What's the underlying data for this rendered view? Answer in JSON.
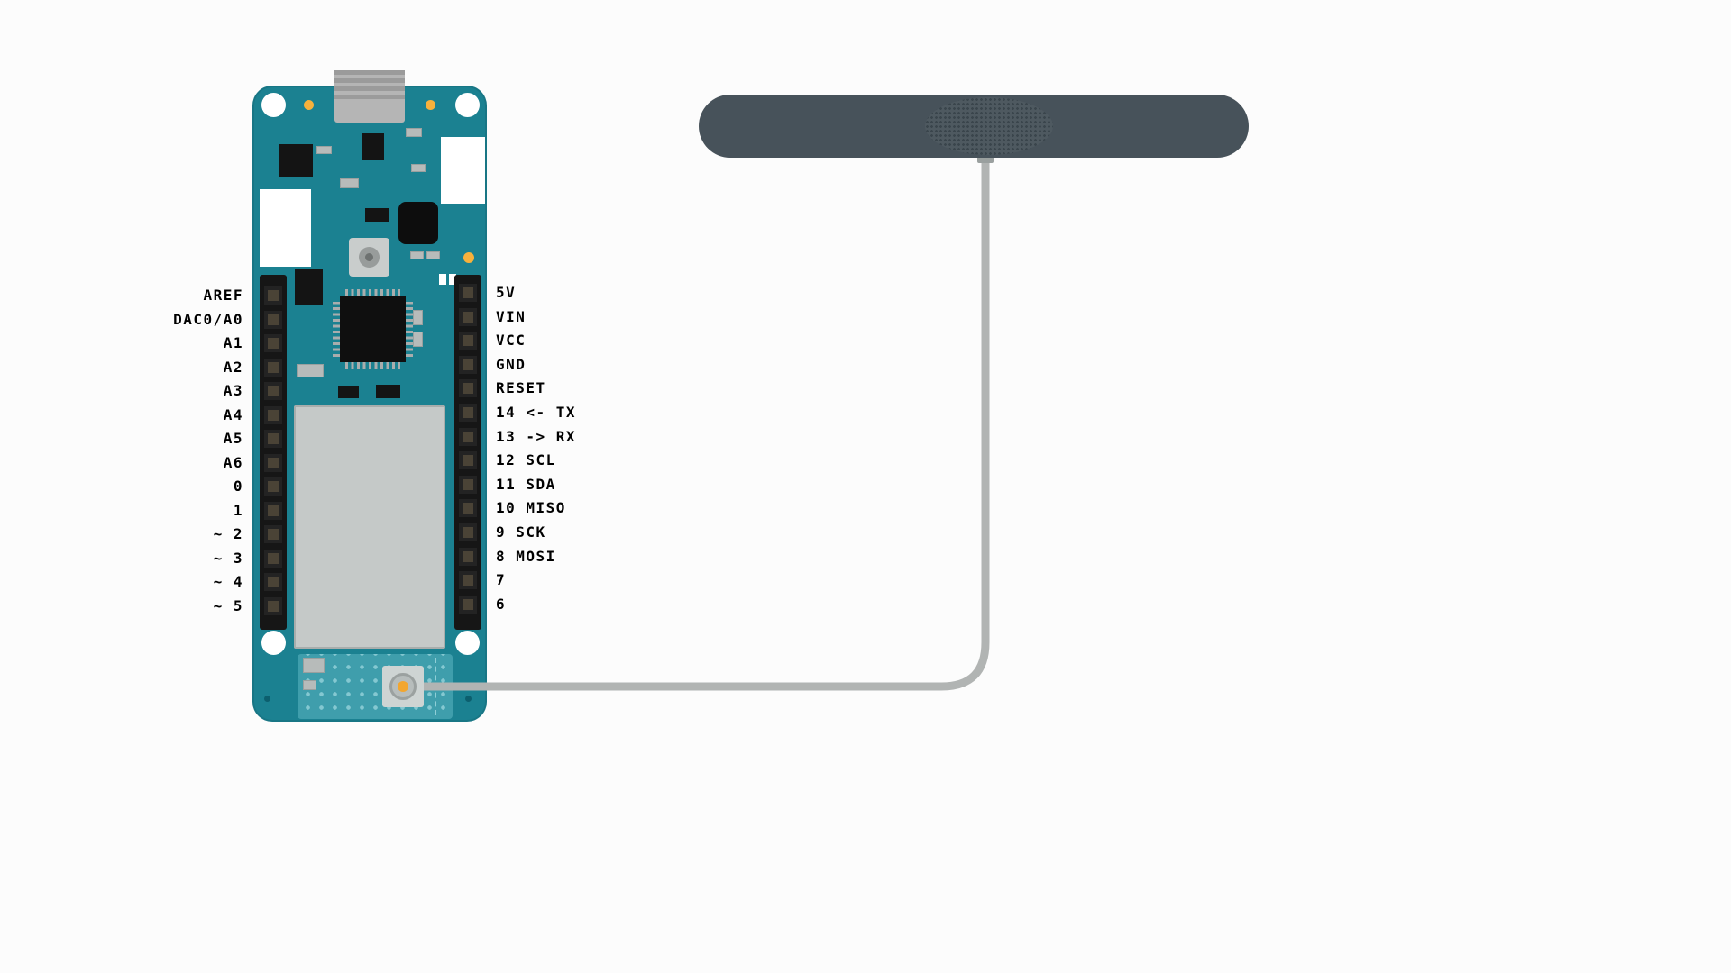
{
  "colors": {
    "bg": "#fcfcfc",
    "board": "#1b8191",
    "board-light": "#3f9eac",
    "antenna": "#47525a",
    "cable": "#b1b4b3",
    "accent-orange": "#f2a62f",
    "header-black": "#161616",
    "shield-silver": "#c5c9c8"
  },
  "board": {
    "left_pins": [
      "AREF",
      "DAC0/A0",
      "A1",
      "A2",
      "A3",
      "A4",
      "A5",
      "A6",
      "0",
      "1",
      "~ 2",
      "~ 3",
      "~ 4",
      "~ 5"
    ],
    "right_pins": [
      "5V",
      "VIN",
      "VCC",
      "GND",
      "RESET",
      "14 <- TX",
      "13 -> RX",
      "12 SCL",
      "11 SDA",
      "10 MISO",
      "9 SCK",
      "8 MOSI",
      "7",
      "6"
    ]
  },
  "layout": {
    "left_label_start_y": 328,
    "left_label_step": 26.5,
    "right_label_start_y": 325,
    "right_label_step": 26.6
  }
}
